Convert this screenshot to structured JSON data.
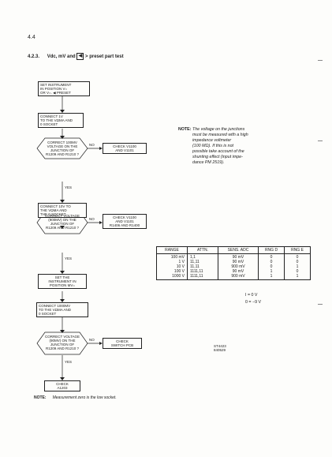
{
  "page_number": "4.4",
  "heading": {
    "number": "4.2.3.",
    "before_glyph": "Vdc, mV and",
    "glyph": "◀",
    "after_glyph": "> preset part test"
  },
  "flowchart": {
    "step1": [
      "SET INSTRUMENT",
      "IN POSITION V=",
      "OR V=. ◀ PRESET"
    ],
    "step2": [
      "CONNECT 1V",
      "TO THE VΩmA AND",
      "0 SOCKET"
    ],
    "decision1": [
      "CORRECT 100mV",
      "VOLTAGE ON THE",
      "JUNCTION OF",
      "R1209 AND R1210 ?"
    ],
    "check1": [
      "CHECK V1100",
      "AND V1101"
    ],
    "step3": [
      "CONNECT 10V TO",
      "THE VΩmA AND",
      "THE 0 SOCKET"
    ],
    "decision2": [
      "CORRECT VOLTAGE",
      "(900mV) ON THE",
      "JUNCTION OF",
      "R1209 AND R1210 ?"
    ],
    "check2": [
      "CHECK V1100",
      "AND V1101",
      "R1406 AND R1400"
    ],
    "step4": [
      "SET THE",
      "INSTRUMENT IN",
      "POSITION mV="
    ],
    "step5": [
      "CONNECT 1000mV",
      "TO THE VΩmA AND",
      "0 SOCKET"
    ],
    "decision3": [
      "CORRECT VOLTAGE",
      "(90mV) ON THE",
      "JUNCTION OF",
      "R1209 AND R1210 ?"
    ],
    "check3": [
      "CHECK",
      "SWITCH PCB"
    ],
    "step6": [
      "CHECK",
      "A1203"
    ],
    "no_label": "NO",
    "yes_label": "YES"
  },
  "note_right": {
    "label": "NOTE:",
    "lines": [
      "The voltage on the junctions",
      "must be measured with a high",
      "impedance voltmeter",
      "(100 MΩ). If this is not",
      "possible take account of the",
      "shunting effect (input impe-",
      "dance PM 2519)."
    ]
  },
  "table": {
    "headers": [
      "RANGE",
      "ATTN.",
      "SENS. ADC",
      "RNG D",
      "RNG E"
    ],
    "rows": [
      [
        "100 mV",
        "1,1",
        "90 mV",
        "0",
        "0"
      ],
      [
        "1 V",
        "11,11",
        "90 mV",
        "0",
        "0"
      ],
      [
        "10 V",
        "11,11",
        "900 mV",
        "0",
        "1"
      ],
      [
        "100 V",
        "1111,11",
        "90 mV",
        "1",
        "0"
      ],
      [
        "1000 V",
        "1111,11",
        "900 mV",
        "1",
        "1"
      ]
    ]
  },
  "equations": [
    "I = 0 V",
    "0 = −9 V"
  ],
  "figure_code": [
    "ST4423",
    "840529"
  ],
  "note_bottom": {
    "label": "NOTE:",
    "text": "Measurement zero is the low socket."
  }
}
